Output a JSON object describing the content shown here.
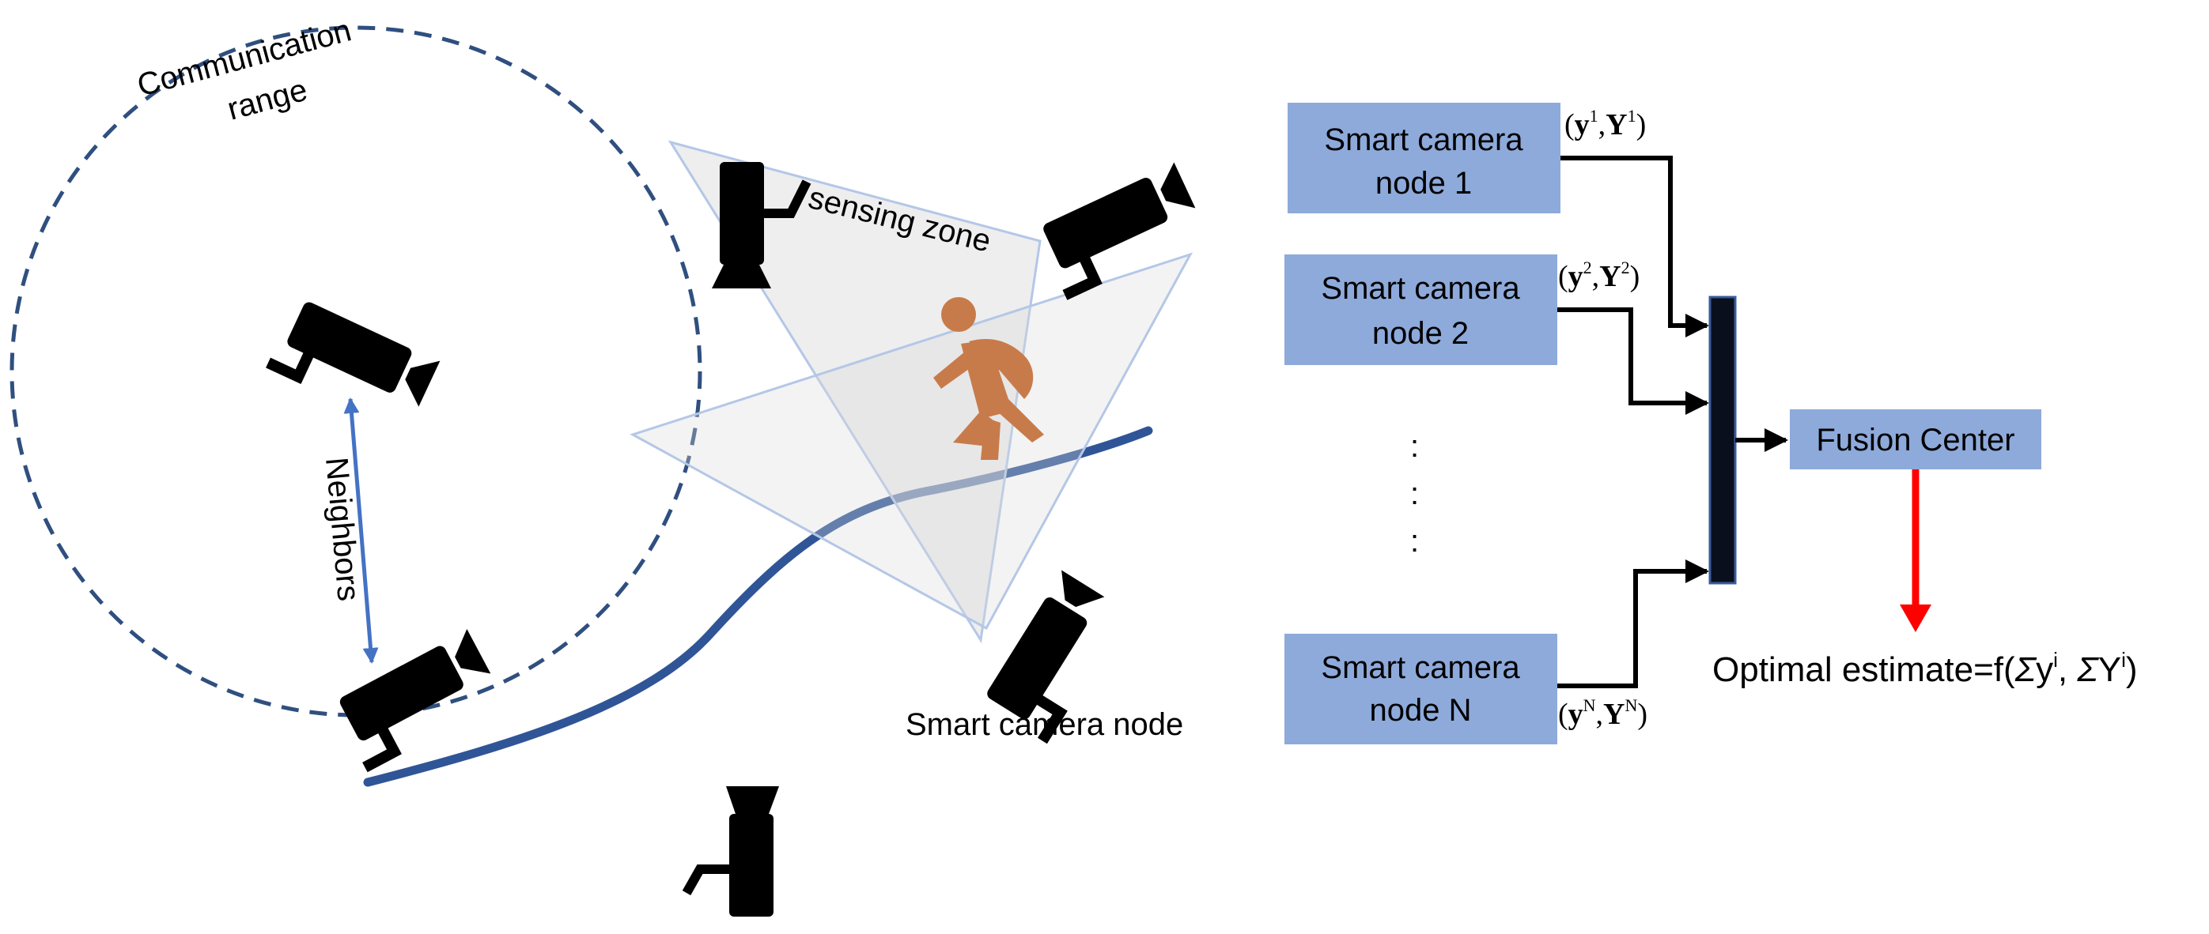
{
  "colors": {
    "node_fill": "#8eaadb",
    "range_stroke": "#2f4f7f",
    "road_stroke": "#2f5597",
    "neighbor_arrow": "#4472c4",
    "output_arrow": "#ff0000",
    "person": "#c87b4a",
    "camera": "#000000",
    "zone_fill": "#d9d9d9",
    "zone_stroke": "#b4c7e7"
  },
  "left_panel": {
    "communication_range_label": "Communication range",
    "range_line1": "Communication",
    "range_line2": "range",
    "neighbors_label": "Neighbors",
    "sensing_zone_label": "sensing zone",
    "smart_camera_node_label": "Smart camera node",
    "icons": [
      "camera-icon",
      "person-walking-icon"
    ]
  },
  "right_panel": {
    "nodes": [
      {
        "line1": "Smart camera",
        "line2": "node  1",
        "meas_y": "y",
        "meas_Y": "Y",
        "sup": "1"
      },
      {
        "line1": "Smart camera",
        "line2": "node  2",
        "meas_y": "y",
        "meas_Y": "Y",
        "sup": "2"
      },
      {
        "line1": "Smart camera",
        "line2": "node  N",
        "meas_y": "y",
        "meas_Y": "Y",
        "sup": "N"
      }
    ],
    "ellipsis": [
      ":",
      ":",
      ":"
    ],
    "fusion_center_label": "Fusion Center",
    "optimal_estimate": {
      "prefix": "Optimal estimate=f(",
      "sigma": "Σ",
      "y": "y",
      "y_sup": "i",
      "sep": ", ",
      "Y": "Y",
      "Y_sup": "i",
      "suffix": ")"
    }
  }
}
